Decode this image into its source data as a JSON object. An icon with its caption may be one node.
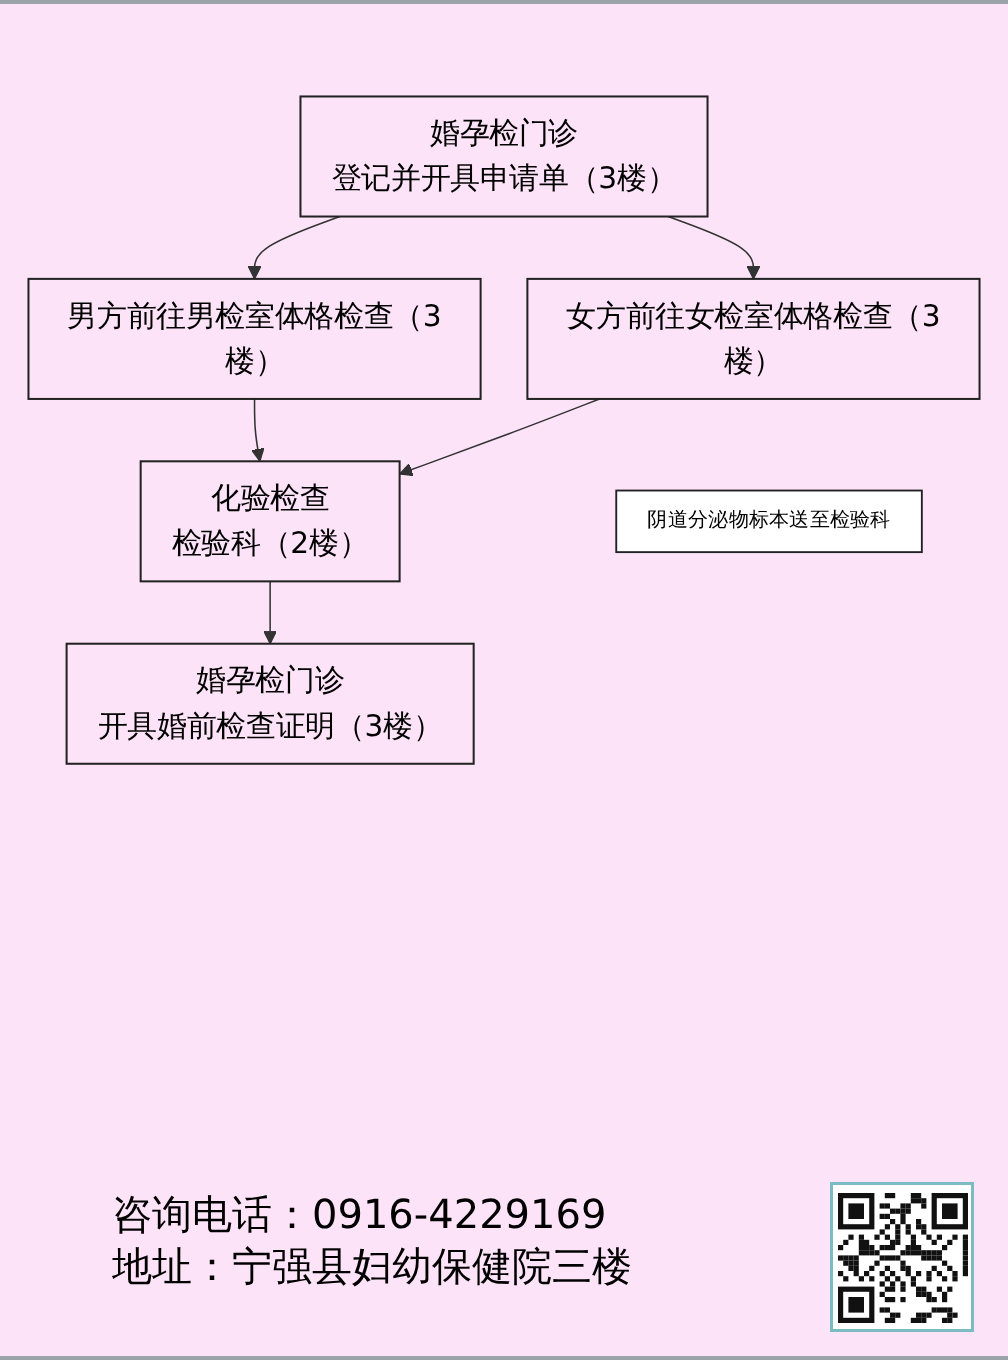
{
  "diagram": {
    "nodes": [
      {
        "text": [
          "婚孕检门诊",
          "登记并开具申请单（3楼）"
        ]
      },
      {
        "text": [
          "男方前往男检室体格检查（3楼）"
        ]
      },
      {
        "text": [
          "女方前往女检室体格检查（3楼）"
        ]
      },
      {
        "text": [
          "阴道分泌物标本送至检验科"
        ]
      },
      {
        "text": [
          "化验检查",
          "检验科（2楼）"
        ]
      },
      {
        "text": [
          "婚孕检门诊",
          "开具婚前检查证明（3楼）"
        ]
      }
    ],
    "edges": [
      {
        "from": 0,
        "to": 1,
        "arrow": "to"
      },
      {
        "from": 0,
        "to": 2,
        "arrow": "to"
      },
      {
        "from": 1,
        "to": 4,
        "arrow": "to"
      },
      {
        "from": 2,
        "to": 4,
        "arrow": "to"
      },
      {
        "from": 4,
        "to": 5,
        "arrow": "to"
      }
    ],
    "labels": [
      "咨询电话：0916-4229169",
      "地址：宁强县妇幼保健院三楼"
    ]
  }
}
